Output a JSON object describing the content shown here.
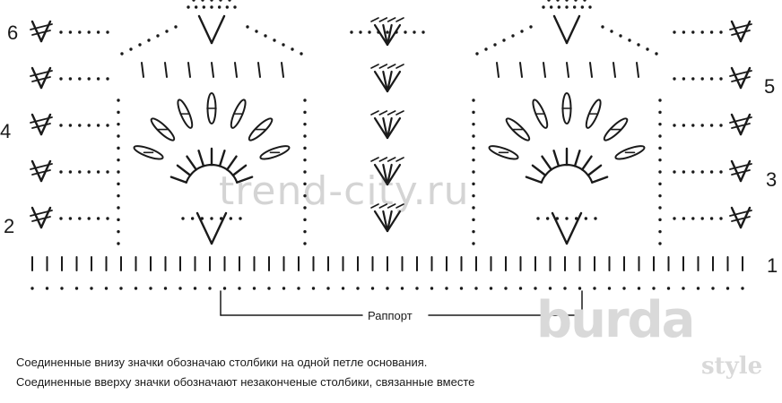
{
  "diagram": {
    "row_numbers": [
      "1",
      "2",
      "3",
      "4",
      "5",
      "6"
    ],
    "repeat_label": "Раппорт",
    "watermark": "trend-city.ru",
    "logo_main": "burda",
    "logo_sub": "style",
    "ink_color": "#1a1a1a"
  },
  "legend": {
    "line1": "Соединенные внизу значки обозначаю столбики на одной петле основания.",
    "line2": "Соединенные вверху значки обозначают незаконченые столбики, связанные вместе"
  }
}
